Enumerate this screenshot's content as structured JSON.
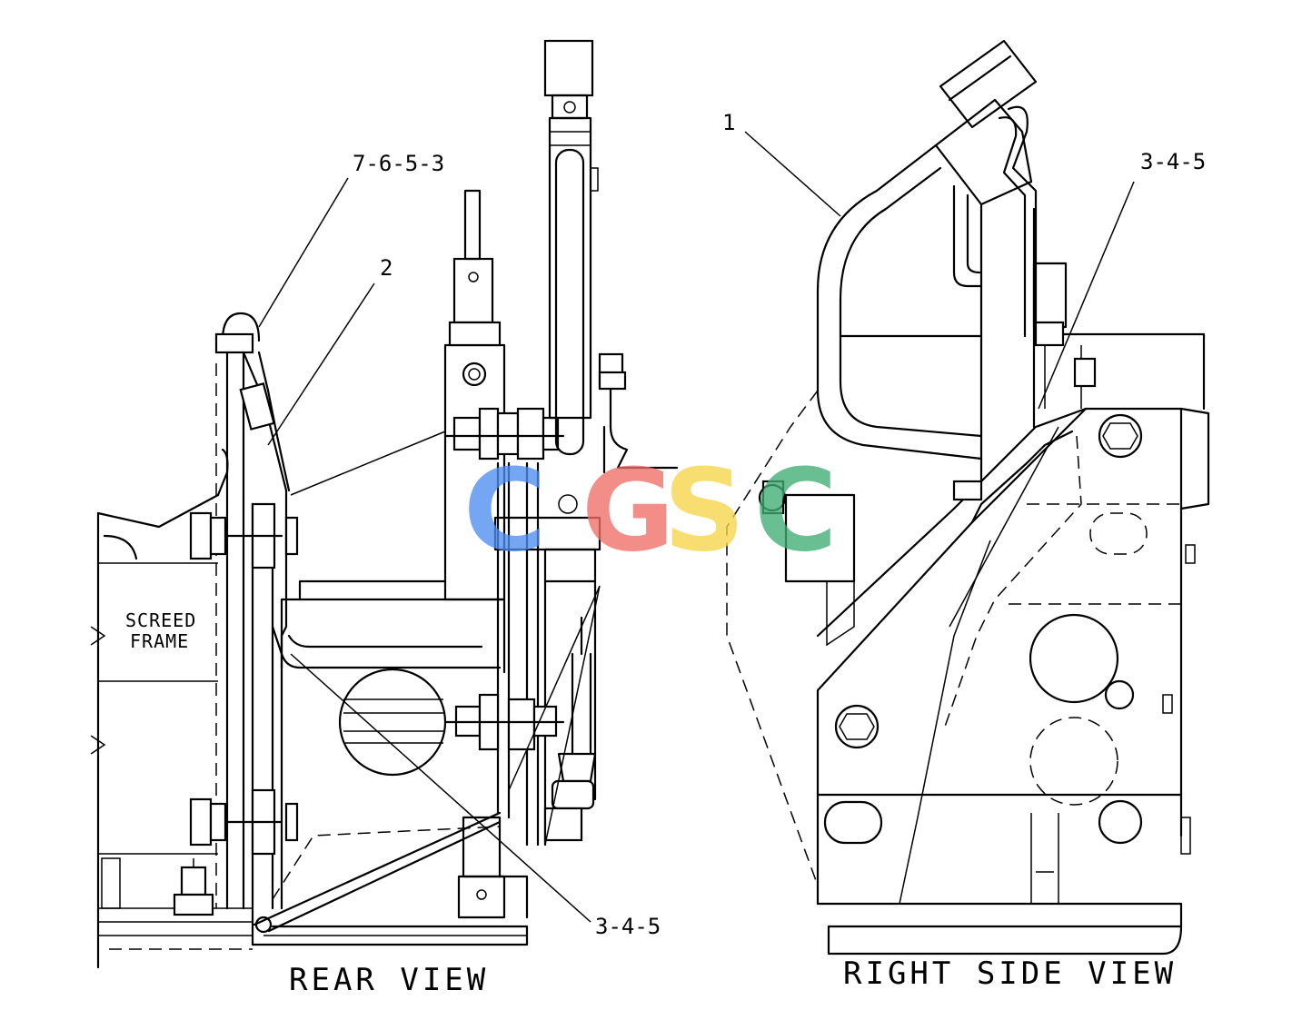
{
  "callouts": {
    "c1": "1",
    "c2": "2",
    "c7653": "7-6-5-3",
    "c345_top": "3-4-5",
    "c345_bottom": "3-4-5"
  },
  "notes": {
    "screed_line1": "SCREED",
    "screed_line2": "FRAME"
  },
  "views": {
    "rear": "REAR VIEW",
    "right_side": "RIGHT SIDE VIEW"
  },
  "watermark": {
    "letters": [
      "C",
      "G",
      "S",
      "C"
    ],
    "colors": [
      "#4f8ef0",
      "#ef6f66",
      "#f7d54a",
      "#3fae74"
    ]
  }
}
